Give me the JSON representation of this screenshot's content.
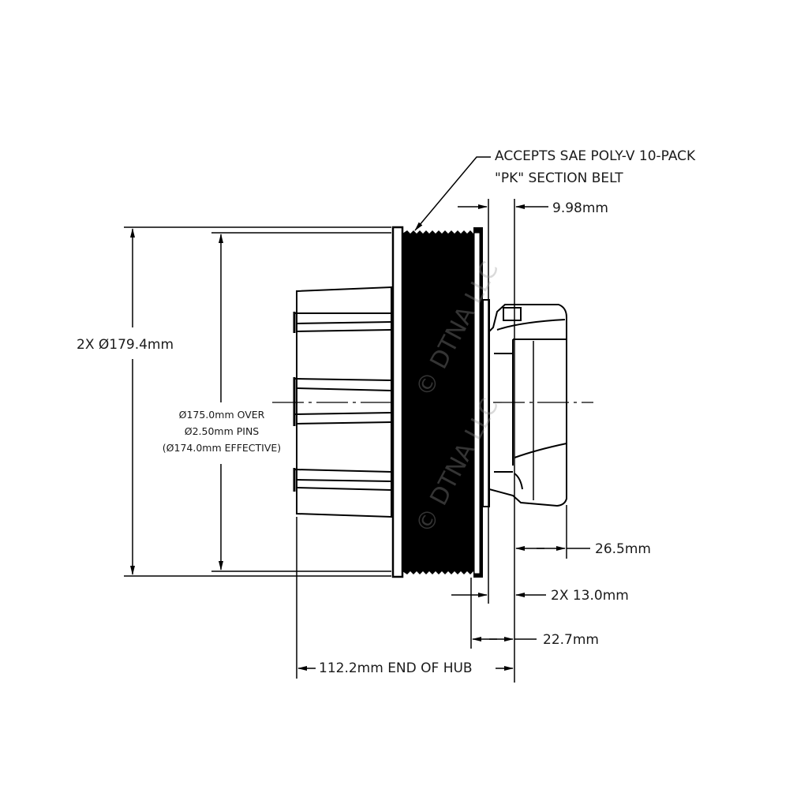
{
  "drawing": {
    "title": "Pulley / Hub Side View Dimension Drawing",
    "callout": {
      "line1": "ACCEPTS SAE POLY-V 10-PACK",
      "line2": "\"PK\" SECTION BELT"
    },
    "dimensions": {
      "outer_diameter": "2X Ø179.4mm",
      "pin_diameter_line1": "Ø175.0mm OVER",
      "pin_diameter_line2": "Ø2.50mm PINS",
      "pin_diameter_line3": "(Ø174.0mm EFFECTIVE)",
      "groove_width": "9.98mm",
      "hub_extension": "26.5mm",
      "flange_width": "2X 13.0mm",
      "offset": "22.7mm",
      "end_of_hub": "112.2mm END OF HUB"
    },
    "watermark": {
      "text1": "© DTNA LLC",
      "text2": "© DTNA LLC"
    },
    "colors": {
      "line": "#000000",
      "text": "#1a1a1a",
      "background": "#ffffff",
      "watermark": "#969696"
    }
  }
}
